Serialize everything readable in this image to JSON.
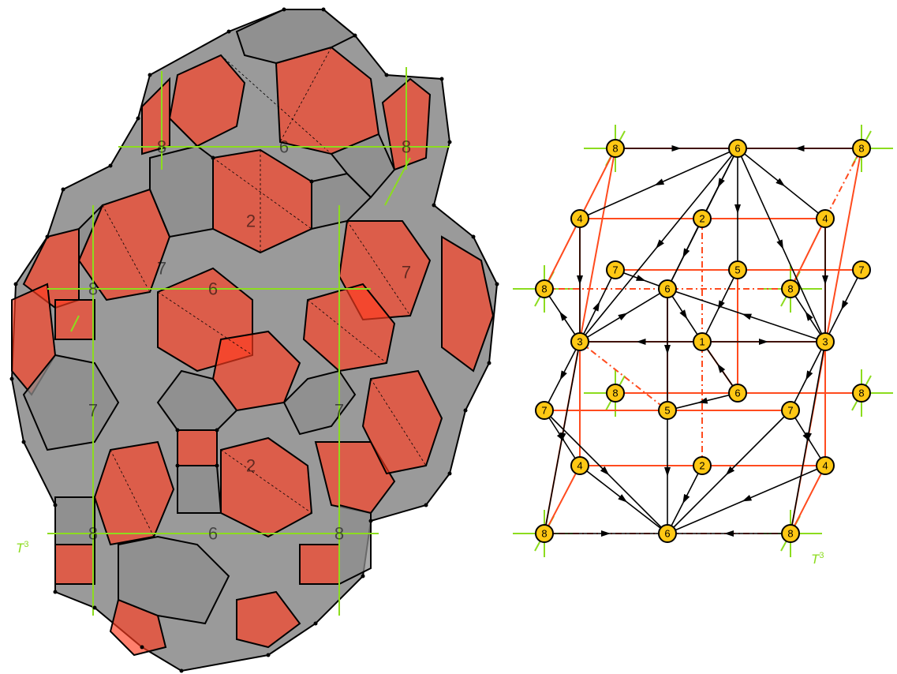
{
  "colors": {
    "red_face": "#ff3c1e",
    "red_face_dark": "#c84a3a",
    "grey_face": "#8c8c8c",
    "edge": "#000000",
    "green_axis": "#8cdc1e",
    "red_edge": "#ff4b1e",
    "node_fill": "#ffc814",
    "node_stroke": "#000000"
  },
  "left_figure": {
    "torus_label": "T",
    "torus_exponent": "3",
    "polyhedron_labels": [
      "8",
      "6",
      "8",
      "2",
      "7",
      "8",
      "6",
      "7",
      "7",
      "7",
      "2",
      "8",
      "6",
      "8"
    ]
  },
  "right_figure": {
    "torus_label": "T",
    "torus_exponent": "3",
    "nodes": [
      "8",
      "6",
      "8",
      "4",
      "2",
      "4",
      "7",
      "5",
      "7",
      "8",
      "6",
      "8",
      "3",
      "1",
      "3",
      "8",
      "6",
      "8",
      "7",
      "5",
      "7",
      "4",
      "2",
      "4",
      "8",
      "6",
      "8"
    ]
  }
}
